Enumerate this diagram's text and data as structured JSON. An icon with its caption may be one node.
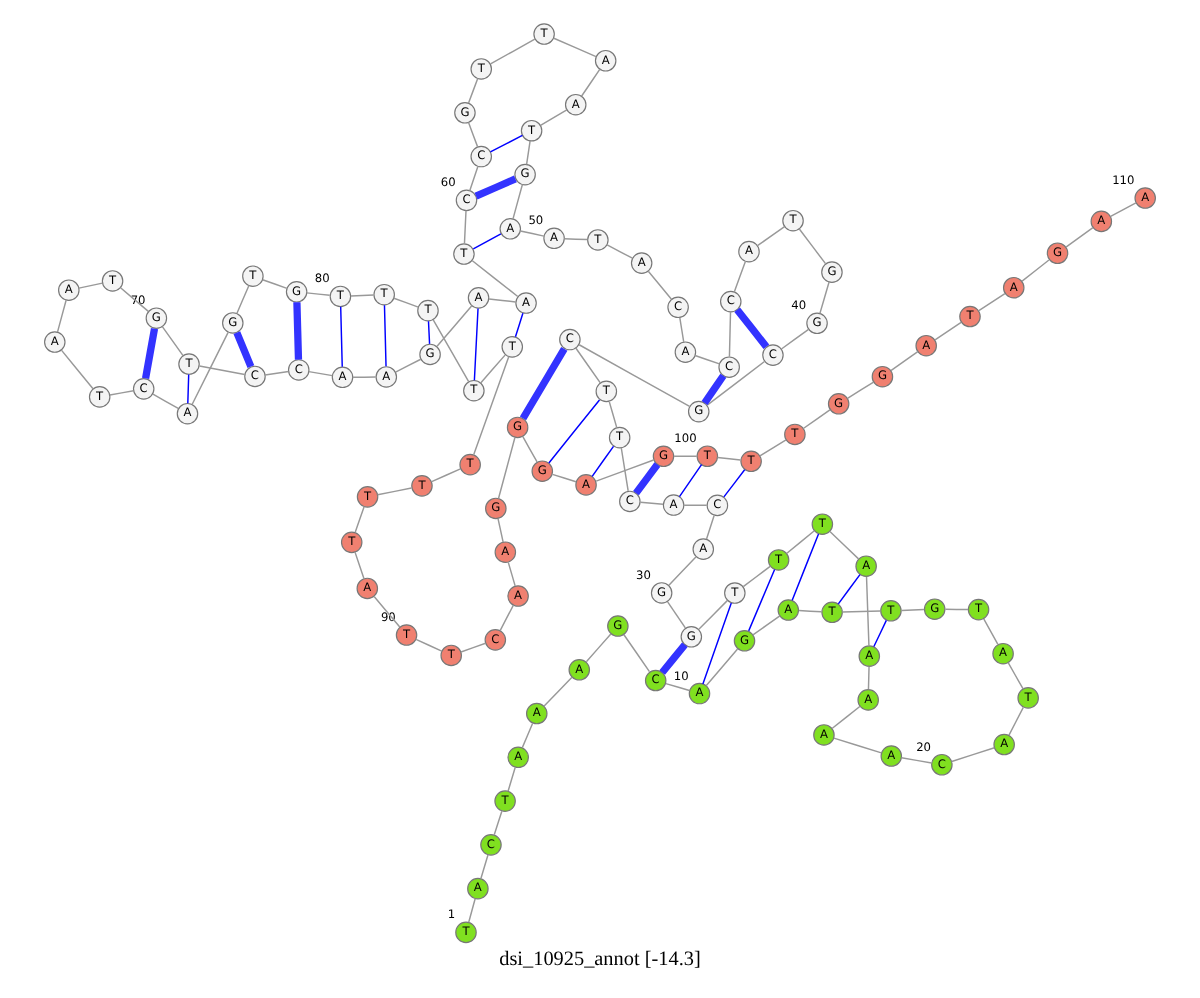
{
  "diagram": {
    "caption": "dsi_10925_annot [-14.3]",
    "nodes": [
      {
        "text": [
          "T"
        ],
        "beside": [
          "1"
        ]
      },
      {
        "text": [
          "A"
        ]
      },
      {
        "text": [
          "C"
        ]
      },
      {
        "text": [
          "T"
        ]
      },
      {
        "text": [
          "A"
        ]
      },
      {
        "text": [
          "A"
        ]
      },
      {
        "text": [
          "A"
        ]
      },
      {
        "text": [
          "G"
        ]
      },
      {
        "text": [
          "C"
        ]
      },
      {
        "text": [
          "A"
        ],
        "beside": [
          "10"
        ]
      },
      {
        "text": [
          "G"
        ]
      },
      {
        "text": [
          "A"
        ]
      },
      {
        "text": [
          "T"
        ]
      },
      {
        "text": [
          "T"
        ]
      },
      {
        "text": [
          "G"
        ]
      },
      {
        "text": [
          "T"
        ]
      },
      {
        "text": [
          "A"
        ]
      },
      {
        "text": [
          "T"
        ]
      },
      {
        "text": [
          "A"
        ]
      },
      {
        "text": [
          "C"
        ],
        "beside": [
          "20"
        ]
      },
      {
        "text": [
          "A"
        ]
      },
      {
        "text": [
          "A"
        ]
      },
      {
        "text": [
          "A"
        ]
      },
      {
        "text": [
          "A"
        ]
      },
      {
        "text": [
          "A"
        ]
      },
      {
        "text": [
          "T"
        ]
      },
      {
        "text": [
          "T"
        ]
      },
      {
        "text": [
          "T"
        ]
      },
      {
        "text": [
          "G"
        ]
      },
      {
        "text": [
          "G"
        ],
        "beside": [
          "30"
        ]
      },
      {
        "text": [
          "A"
        ]
      },
      {
        "text": [
          "C"
        ]
      },
      {
        "text": [
          "A"
        ]
      },
      {
        "text": [
          "C"
        ]
      },
      {
        "text": [
          "T"
        ]
      },
      {
        "text": [
          "T"
        ]
      },
      {
        "text": [
          "C"
        ]
      },
      {
        "text": [
          "G"
        ]
      },
      {
        "text": [
          "C"
        ]
      },
      {
        "text": [
          "G"
        ],
        "beside": [
          "40"
        ]
      },
      {
        "text": [
          "G"
        ]
      },
      {
        "text": [
          "T"
        ]
      },
      {
        "text": [
          "A"
        ]
      },
      {
        "text": [
          "C"
        ]
      },
      {
        "text": [
          "C"
        ]
      },
      {
        "text": [
          "A"
        ]
      },
      {
        "text": [
          "C"
        ]
      },
      {
        "text": [
          "A"
        ]
      },
      {
        "text": [
          "T"
        ]
      },
      {
        "text": [
          "A"
        ],
        "beside": [
          "50"
        ]
      },
      {
        "text": [
          "A"
        ]
      },
      {
        "text": [
          "G"
        ]
      },
      {
        "text": [
          "T"
        ]
      },
      {
        "text": [
          "A"
        ]
      },
      {
        "text": [
          "A"
        ]
      },
      {
        "text": [
          "T"
        ]
      },
      {
        "text": [
          "T"
        ]
      },
      {
        "text": [
          "G"
        ]
      },
      {
        "text": [
          "C"
        ]
      },
      {
        "text": [
          "C"
        ],
        "beside": [
          "60"
        ]
      },
      {
        "text": [
          "T"
        ]
      },
      {
        "text": [
          "A"
        ]
      },
      {
        "text": [
          "A"
        ]
      },
      {
        "text": [
          "G"
        ]
      },
      {
        "text": [
          "A"
        ]
      },
      {
        "text": [
          "A"
        ]
      },
      {
        "text": [
          "C"
        ]
      },
      {
        "text": [
          "C"
        ]
      },
      {
        "text": [
          "T"
        ]
      },
      {
        "text": [
          "G"
        ],
        "beside": [
          "70"
        ]
      },
      {
        "text": [
          "T"
        ]
      },
      {
        "text": [
          "A"
        ]
      },
      {
        "text": [
          "A"
        ]
      },
      {
        "text": [
          "T"
        ]
      },
      {
        "text": [
          "C"
        ]
      },
      {
        "text": [
          "A"
        ]
      },
      {
        "text": [
          "G"
        ]
      },
      {
        "text": [
          "T"
        ]
      },
      {
        "text": [
          "G"
        ]
      },
      {
        "text": [
          "T"
        ],
        "beside": [
          "80"
        ]
      },
      {
        "text": [
          "T"
        ]
      },
      {
        "text": [
          "T"
        ]
      },
      {
        "text": [
          "T"
        ]
      },
      {
        "text": [
          "T"
        ]
      },
      {
        "text": [
          "T"
        ]
      },
      {
        "text": [
          "T"
        ]
      },
      {
        "text": [
          "T"
        ]
      },
      {
        "text": [
          "T"
        ]
      },
      {
        "text": [
          "A"
        ]
      },
      {
        "text": [
          "T"
        ],
        "beside": [
          "90"
        ]
      },
      {
        "text": [
          "T"
        ]
      },
      {
        "text": [
          "C"
        ]
      },
      {
        "text": [
          "A"
        ]
      },
      {
        "text": [
          "A"
        ]
      },
      {
        "text": [
          "G"
        ]
      },
      {
        "text": [
          "G"
        ]
      },
      {
        "text": [
          "G"
        ]
      },
      {
        "text": [
          "A"
        ]
      },
      {
        "text": [
          "G"
        ]
      },
      {
        "text": [
          "T"
        ],
        "beside": [
          "100"
        ]
      },
      {
        "text": [
          "T"
        ]
      },
      {
        "text": [
          "T"
        ]
      },
      {
        "text": [
          "G"
        ]
      },
      {
        "text": [
          "G"
        ]
      },
      {
        "text": [
          "A"
        ]
      },
      {
        "text": [
          "T"
        ]
      },
      {
        "text": [
          "A"
        ]
      },
      {
        "text": [
          "G"
        ]
      },
      {
        "text": [
          "A"
        ]
      },
      {
        "text": [
          "A"
        ],
        "beside": [
          "110"
        ]
      }
    ],
    "edges": [
      {
        "from": 0,
        "to": 1,
        "arrow": "none"
      },
      {
        "from": 1,
        "to": 2,
        "arrow": "none"
      },
      {
        "from": 2,
        "to": 3,
        "arrow": "none"
      },
      {
        "from": 3,
        "to": 4,
        "arrow": "none"
      },
      {
        "from": 4,
        "to": 5,
        "arrow": "none"
      },
      {
        "from": 5,
        "to": 6,
        "arrow": "none"
      },
      {
        "from": 6,
        "to": 7,
        "arrow": "none"
      },
      {
        "from": 7,
        "to": 8,
        "arrow": "none"
      },
      {
        "from": 8,
        "to": 9,
        "arrow": "none"
      },
      {
        "from": 9,
        "to": 10,
        "arrow": "none"
      },
      {
        "from": 10,
        "to": 11,
        "arrow": "none"
      },
      {
        "from": 11,
        "to": 12,
        "arrow": "none"
      },
      {
        "from": 12,
        "to": 13,
        "arrow": "none"
      },
      {
        "from": 13,
        "to": 14,
        "arrow": "none"
      },
      {
        "from": 14,
        "to": 15,
        "arrow": "none"
      },
      {
        "from": 15,
        "to": 16,
        "arrow": "none"
      },
      {
        "from": 16,
        "to": 17,
        "arrow": "none"
      },
      {
        "from": 17,
        "to": 18,
        "arrow": "none"
      },
      {
        "from": 18,
        "to": 19,
        "arrow": "none"
      },
      {
        "from": 19,
        "to": 20,
        "arrow": "none"
      },
      {
        "from": 20,
        "to": 21,
        "arrow": "none"
      },
      {
        "from": 21,
        "to": 22,
        "arrow": "none"
      },
      {
        "from": 22,
        "to": 23,
        "arrow": "none"
      },
      {
        "from": 23,
        "to": 24,
        "arrow": "none"
      },
      {
        "from": 24,
        "to": 25,
        "arrow": "none"
      },
      {
        "from": 25,
        "to": 26,
        "arrow": "none"
      },
      {
        "from": 26,
        "to": 27,
        "arrow": "none"
      },
      {
        "from": 27,
        "to": 28,
        "arrow": "none"
      },
      {
        "from": 28,
        "to": 29,
        "arrow": "none"
      },
      {
        "from": 29,
        "to": 30,
        "arrow": "none"
      },
      {
        "from": 30,
        "to": 31,
        "arrow": "none"
      },
      {
        "from": 31,
        "to": 32,
        "arrow": "none"
      },
      {
        "from": 32,
        "to": 33,
        "arrow": "none"
      },
      {
        "from": 33,
        "to": 34,
        "arrow": "none"
      },
      {
        "from": 34,
        "to": 35,
        "arrow": "none"
      },
      {
        "from": 35,
        "to": 36,
        "arrow": "none"
      },
      {
        "from": 36,
        "to": 37,
        "arrow": "none"
      },
      {
        "from": 37,
        "to": 38,
        "arrow": "none"
      },
      {
        "from": 38,
        "to": 39,
        "arrow": "none"
      },
      {
        "from": 39,
        "to": 40,
        "arrow": "none"
      },
      {
        "from": 40,
        "to": 41,
        "arrow": "none"
      },
      {
        "from": 41,
        "to": 42,
        "arrow": "none"
      },
      {
        "from": 42,
        "to": 43,
        "arrow": "none"
      },
      {
        "from": 43,
        "to": 44,
        "arrow": "none"
      },
      {
        "from": 44,
        "to": 45,
        "arrow": "none"
      },
      {
        "from": 45,
        "to": 46,
        "arrow": "none"
      },
      {
        "from": 46,
        "to": 47,
        "arrow": "none"
      },
      {
        "from": 47,
        "to": 48,
        "arrow": "none"
      },
      {
        "from": 48,
        "to": 49,
        "arrow": "none"
      },
      {
        "from": 49,
        "to": 50,
        "arrow": "none"
      },
      {
        "from": 50,
        "to": 51,
        "arrow": "none"
      },
      {
        "from": 51,
        "to": 52,
        "arrow": "none"
      },
      {
        "from": 52,
        "to": 53,
        "arrow": "none"
      },
      {
        "from": 53,
        "to": 54,
        "arrow": "none"
      },
      {
        "from": 54,
        "to": 55,
        "arrow": "none"
      },
      {
        "from": 55,
        "to": 56,
        "arrow": "none"
      },
      {
        "from": 56,
        "to": 57,
        "arrow": "none"
      },
      {
        "from": 57,
        "to": 58,
        "arrow": "none"
      },
      {
        "from": 58,
        "to": 59,
        "arrow": "none"
      },
      {
        "from": 59,
        "to": 60,
        "arrow": "none"
      },
      {
        "from": 60,
        "to": 61,
        "arrow": "none"
      },
      {
        "from": 61,
        "to": 62,
        "arrow": "none"
      },
      {
        "from": 62,
        "to": 63,
        "arrow": "none"
      },
      {
        "from": 63,
        "to": 64,
        "arrow": "none"
      },
      {
        "from": 64,
        "to": 65,
        "arrow": "none"
      },
      {
        "from": 65,
        "to": 66,
        "arrow": "none"
      },
      {
        "from": 66,
        "to": 67,
        "arrow": "none"
      },
      {
        "from": 67,
        "to": 68,
        "arrow": "none"
      },
      {
        "from": 68,
        "to": 69,
        "arrow": "none"
      },
      {
        "from": 69,
        "to": 70,
        "arrow": "none"
      },
      {
        "from": 70,
        "to": 71,
        "arrow": "none"
      },
      {
        "from": 71,
        "to": 72,
        "arrow": "none"
      },
      {
        "from": 72,
        "to": 73,
        "arrow": "none"
      },
      {
        "from": 73,
        "to": 74,
        "arrow": "none"
      },
      {
        "from": 74,
        "to": 75,
        "arrow": "none"
      },
      {
        "from": 75,
        "to": 76,
        "arrow": "none"
      },
      {
        "from": 76,
        "to": 77,
        "arrow": "none"
      },
      {
        "from": 77,
        "to": 78,
        "arrow": "none"
      },
      {
        "from": 78,
        "to": 79,
        "arrow": "none"
      },
      {
        "from": 79,
        "to": 80,
        "arrow": "none"
      },
      {
        "from": 80,
        "to": 81,
        "arrow": "none"
      },
      {
        "from": 81,
        "to": 82,
        "arrow": "none"
      },
      {
        "from": 82,
        "to": 83,
        "arrow": "none"
      },
      {
        "from": 83,
        "to": 84,
        "arrow": "none"
      },
      {
        "from": 84,
        "to": 85,
        "arrow": "none"
      },
      {
        "from": 85,
        "to": 86,
        "arrow": "none"
      },
      {
        "from": 86,
        "to": 87,
        "arrow": "none"
      },
      {
        "from": 87,
        "to": 88,
        "arrow": "none"
      },
      {
        "from": 88,
        "to": 89,
        "arrow": "none"
      },
      {
        "from": 89,
        "to": 90,
        "arrow": "none"
      },
      {
        "from": 90,
        "to": 91,
        "arrow": "none"
      },
      {
        "from": 91,
        "to": 92,
        "arrow": "none"
      },
      {
        "from": 92,
        "to": 93,
        "arrow": "none"
      },
      {
        "from": 93,
        "to": 94,
        "arrow": "none"
      },
      {
        "from": 94,
        "to": 95,
        "arrow": "none"
      },
      {
        "from": 95,
        "to": 96,
        "arrow": "none"
      },
      {
        "from": 96,
        "to": 97,
        "arrow": "none"
      },
      {
        "from": 97,
        "to": 98,
        "arrow": "none"
      },
      {
        "from": 98,
        "to": 99,
        "arrow": "none"
      },
      {
        "from": 99,
        "to": 100,
        "arrow": "none"
      },
      {
        "from": 100,
        "to": 101,
        "arrow": "none"
      },
      {
        "from": 101,
        "to": 102,
        "arrow": "none"
      },
      {
        "from": 102,
        "to": 103,
        "arrow": "none"
      },
      {
        "from": 103,
        "to": 104,
        "arrow": "none"
      },
      {
        "from": 104,
        "to": 105,
        "arrow": "none"
      },
      {
        "from": 105,
        "to": 106,
        "arrow": "none"
      },
      {
        "from": 106,
        "to": 107,
        "arrow": "none"
      },
      {
        "from": 107,
        "to": 108,
        "arrow": "none"
      },
      {
        "from": 108,
        "to": 109,
        "arrow": "none"
      },
      {
        "from": 8,
        "to": 28,
        "arrow": "none",
        "style": "thick",
        "color": "#3333ff"
      },
      {
        "from": 9,
        "to": 27,
        "arrow": "none",
        "color": "#0000ff"
      },
      {
        "from": 10,
        "to": 26,
        "arrow": "none",
        "color": "#0000ff"
      },
      {
        "from": 11,
        "to": 25,
        "arrow": "none",
        "color": "#0000ff"
      },
      {
        "from": 12,
        "to": 24,
        "arrow": "none",
        "color": "#0000ff"
      },
      {
        "from": 13,
        "to": 23,
        "arrow": "none",
        "color": "#0000ff"
      },
      {
        "from": 31,
        "to": 100,
        "arrow": "none",
        "color": "#0000ff"
      },
      {
        "from": 32,
        "to": 99,
        "arrow": "none",
        "color": "#0000ff"
      },
      {
        "from": 33,
        "to": 98,
        "arrow": "none",
        "style": "thick",
        "color": "#3333ff"
      },
      {
        "from": 34,
        "to": 97,
        "arrow": "none",
        "color": "#0000ff"
      },
      {
        "from": 35,
        "to": 96,
        "arrow": "none",
        "color": "#0000ff"
      },
      {
        "from": 36,
        "to": 95,
        "arrow": "none",
        "style": "thick",
        "color": "#3333ff"
      },
      {
        "from": 37,
        "to": 44,
        "arrow": "none",
        "style": "thick",
        "color": "#3333ff"
      },
      {
        "from": 38,
        "to": 43,
        "arrow": "none",
        "style": "thick",
        "color": "#3333ff"
      },
      {
        "from": 50,
        "to": 60,
        "arrow": "none",
        "color": "#0000ff"
      },
      {
        "from": 51,
        "to": 59,
        "arrow": "none",
        "style": "thick",
        "color": "#3333ff"
      },
      {
        "from": 52,
        "to": 58,
        "arrow": "none",
        "color": "#0000ff"
      },
      {
        "from": 61,
        "to": 83,
        "arrow": "none",
        "color": "#0000ff"
      },
      {
        "from": 62,
        "to": 82,
        "arrow": "none",
        "color": "#0000ff"
      },
      {
        "from": 63,
        "to": 81,
        "arrow": "none",
        "color": "#0000ff"
      },
      {
        "from": 64,
        "to": 80,
        "arrow": "none",
        "color": "#0000ff"
      },
      {
        "from": 65,
        "to": 79,
        "arrow": "none",
        "color": "#0000ff"
      },
      {
        "from": 66,
        "to": 78,
        "arrow": "none",
        "style": "thick",
        "color": "#3333ff"
      },
      {
        "from": 67,
        "to": 76,
        "arrow": "none",
        "style": "thick",
        "color": "#3333ff"
      },
      {
        "from": 68,
        "to": 75,
        "arrow": "none",
        "color": "#0000ff"
      },
      {
        "from": 69,
        "to": 74,
        "arrow": "none",
        "style": "thick",
        "color": "#3333ff"
      }
    ]
  }
}
